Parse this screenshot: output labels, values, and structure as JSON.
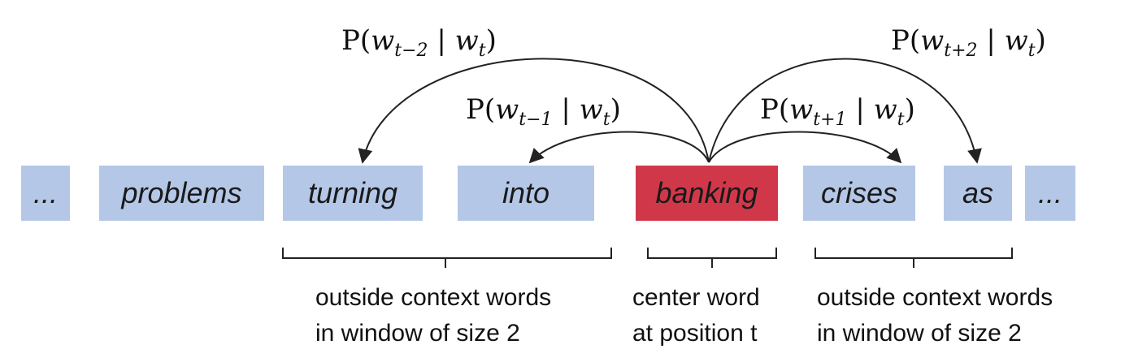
{
  "words": [
    {
      "text": "...",
      "role": "ellipsis"
    },
    {
      "text": "problems",
      "role": "word"
    },
    {
      "text": "turning",
      "role": "context"
    },
    {
      "text": "into",
      "role": "context"
    },
    {
      "text": "banking",
      "role": "center"
    },
    {
      "text": "crises",
      "role": "context"
    },
    {
      "text": "as",
      "role": "context"
    },
    {
      "text": "...",
      "role": "ellipsis"
    }
  ],
  "probabilities": {
    "t_minus_2": {
      "sub": "t−2",
      "cond": "t"
    },
    "t_minus_1": {
      "sub": "t−1",
      "cond": "t"
    },
    "t_plus_1": {
      "sub": "t+1",
      "cond": "t"
    },
    "t_plus_2": {
      "sub": "t+2",
      "cond": "t"
    }
  },
  "captions": {
    "left_line1": "outside context words",
    "left_line2": "in window of size 2",
    "center_line1": "center word",
    "center_line2": "at position t",
    "right_line1": "outside context words",
    "right_line2": "in window of size 2"
  },
  "colors": {
    "context_box": "#b4c7e7",
    "center_box": "#d0384a",
    "arrow": "#222222"
  }
}
